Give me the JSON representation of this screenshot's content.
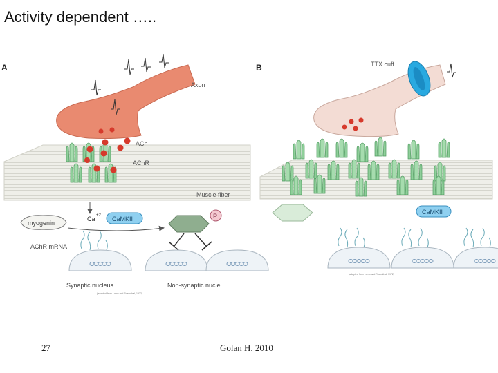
{
  "slide": {
    "title": "Activity dependent …..",
    "page_number": "27",
    "footer": "Golan H. 2010"
  },
  "panel_a": {
    "label": "A",
    "axon": "Axon",
    "ach": "ACh",
    "achr": "AChR",
    "muscle_fiber": "Muscle fiber",
    "myogenin": "myogenin",
    "ca": "Ca",
    "ca_superscript": "+2",
    "camkii": "CaMKII",
    "p": "P",
    "achr_mrna": "AChR mRNA",
    "synaptic_nucleus": "Synaptic nucleus",
    "non_synaptic_nuclei": "Non-synaptic nuclei",
    "credit": "(adapted from Lomo and Rosenthal, 1972)"
  },
  "panel_b": {
    "label": "B",
    "ttx_cuff": "TTX cuff",
    "camkii": "CaMKII",
    "credit": "(adapted from Lomo and Rosenthal, 1972)"
  },
  "colors": {
    "axon_active": "#e98a70",
    "axon_inactive": "#f3dcd4",
    "ach_dot": "#d63a2c",
    "receptor": "#8fcf9a",
    "cuff": "#29a9e0",
    "camkii_fill": "#8fd0f0",
    "kinase_active": "#8fae8f",
    "kinase_inactive": "#d9ecd9"
  }
}
